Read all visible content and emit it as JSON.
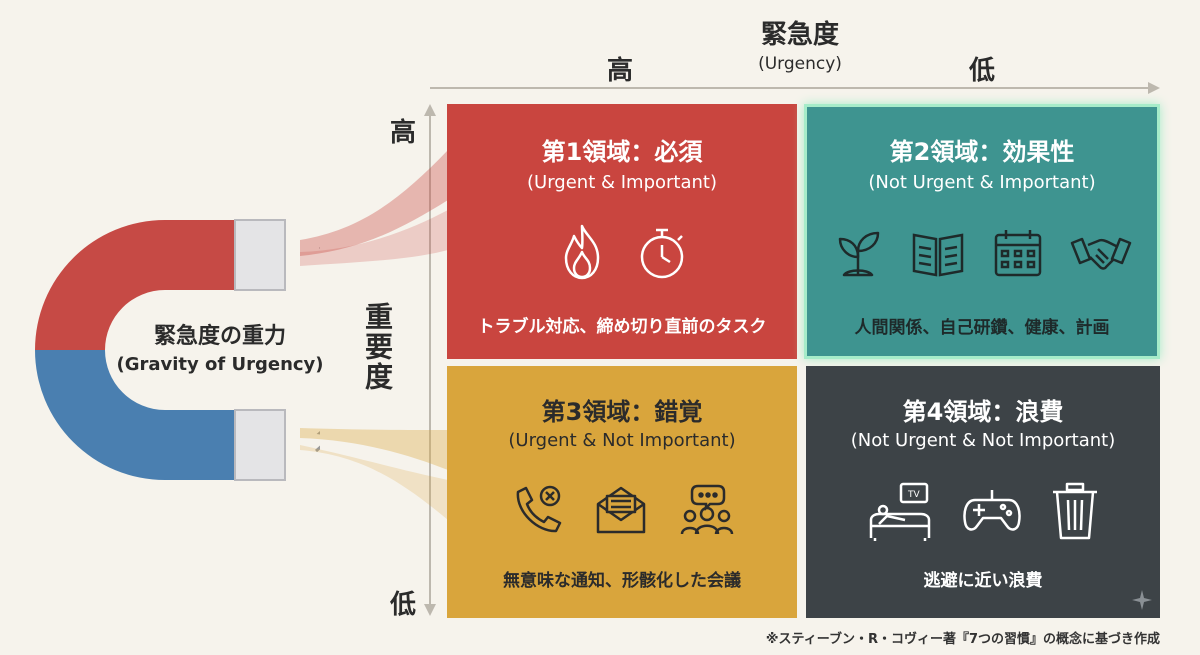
{
  "urgency_axis": {
    "title": "緊急度",
    "subtitle": "(Urgency)",
    "high": "高",
    "low": "低"
  },
  "importance_axis": {
    "title": "重要度",
    "high": "高",
    "low": "低"
  },
  "magnet": {
    "label": "緊急度の重力",
    "sub": "(Gravity of Urgency)",
    "colors": {
      "red": "#c64a45",
      "blue": "#4a7fb0"
    }
  },
  "quadrants": [
    {
      "title": "第1領域：必須",
      "subtitle": "(Urgent & Important)",
      "desc": "トラブル対応、締め切り直前のタスク",
      "color": "#c9453f",
      "icons": [
        "fire-icon",
        "stopwatch-icon"
      ]
    },
    {
      "title": "第2領域：効果性",
      "subtitle": "(Not Urgent & Important)",
      "desc": "人間関係、自己研鑽、健康、計画",
      "color": "#3e9490",
      "icons": [
        "plant-icon",
        "book-icon",
        "calendar-icon",
        "handshake-icon"
      ]
    },
    {
      "title": "第3領域：錯覚",
      "subtitle": "(Urgent & Not Important)",
      "desc": "無意味な通知、形骸化した会議",
      "color": "#d9a53c",
      "icons": [
        "phone-icon",
        "envelope-icon",
        "meeting-icon"
      ]
    },
    {
      "title": "第4領域：浪費",
      "subtitle": "(Not Urgent & Not Important)",
      "desc": "逃避に近い浪費",
      "color": "#3d4347",
      "icons": [
        "tv-sofa-icon",
        "gamepad-icon",
        "trash-icon"
      ]
    }
  ],
  "footnote": "※スティーブン・R・コヴィー著『7つの習慣』の概念に基づき作成"
}
